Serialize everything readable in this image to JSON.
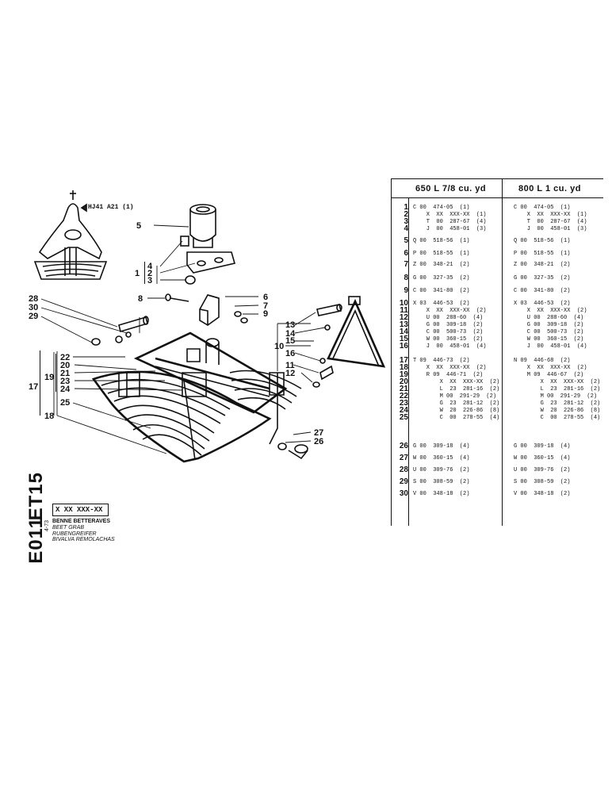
{
  "header": {
    "col1": "650 L    7/8  cu. yd",
    "col2": "800 L     1 cu. yd"
  },
  "ref_code": "X XX XXX-XX",
  "section": {
    "code1": "ET15",
    "code2": "E011"
  },
  "date": "4-73",
  "titles": [
    "BENNE BETTERAVES",
    "BEET GRAB",
    "RUBENGREIFER",
    "BIVALVA REMOLACHAS"
  ],
  "inset_ref": "HJ41  A21  (1)",
  "callouts": {
    "c1": "1",
    "c2": "2",
    "c3": "3",
    "c4": "4",
    "c5": "5",
    "c6": "6",
    "c7": "7",
    "c8": "8",
    "c9": "9",
    "c10": "10",
    "c11": "11",
    "c12": "12",
    "c13": "13",
    "c14": "14",
    "c15": "15",
    "c16": "16",
    "c17": "17",
    "c18": "18",
    "c19": "19",
    "c20": "20",
    "c21": "21",
    "c22": "22",
    "c23": "23",
    "c24": "24",
    "c25": "25",
    "c26": "26",
    "c27": "27",
    "c28": "28",
    "c29": "29",
    "c30": "30"
  },
  "parts": [
    {
      "n": "1",
      "a": "C 00  474-05  (1)",
      "b": "C 00  474-05  (1)"
    },
    {
      "n": "2",
      "a": "    X  XX  XXX-XX  (1)",
      "b": "    X  XX  XXX-XX  (1)"
    },
    {
      "n": "3",
      "a": "    T  00  287-67  (4)",
      "b": "    T  00  287-67  (4)"
    },
    {
      "n": "4",
      "a": "    J  00  458-01  (3)",
      "b": "    J  00  458-01  (3)"
    },
    {
      "n": "5",
      "a": "Q 00  518-56  (1)",
      "b": "Q 00  518-56  (1)"
    },
    {
      "n": "6",
      "a": "P 00  518-55  (1)",
      "b": "P 00  518-55  (1)"
    },
    {
      "n": "7",
      "a": "Z 00  348-21  (2)",
      "b": "Z 00  348-21  (2)"
    },
    {
      "n": "8",
      "a": "G 00  327-35  (2)",
      "b": "G 00  327-35  (2)"
    },
    {
      "n": "9",
      "a": "C 00  341-80  (2)",
      "b": "C 00  341-80  (2)"
    },
    {
      "n": "10",
      "a": "X 03  446-53  (2)",
      "b": "X 03  446-53  (2)"
    },
    {
      "n": "11",
      "a": "    X  XX  XXX-XX  (2)",
      "b": "    X  XX  XXX-XX  (2)"
    },
    {
      "n": "12",
      "a": "    U 00  288-60  (4)",
      "b": "    U 00  288-60  (4)"
    },
    {
      "n": "13",
      "a": "    G 00  309-18  (2)",
      "b": "    G 00  309-18  (2)"
    },
    {
      "n": "14",
      "a": "    C 00  500-73  (2)",
      "b": "    C 00  500-73  (2)"
    },
    {
      "n": "15",
      "a": "    W 00  360-15  (2)",
      "b": "    W 00  360-15  (2)"
    },
    {
      "n": "16",
      "a": "    J  00  458-01  (4)",
      "b": "    J  00  458-01  (4)"
    },
    {
      "n": "17",
      "a": "T 09  446-73  (2)",
      "b": "N 09  446-68  (2)"
    },
    {
      "n": "18",
      "a": "    X  XX  XXX-XX  (2)",
      "b": "    X  XX  XXX-XX  (2)"
    },
    {
      "n": "19",
      "a": "    R 09  446-71  (2)",
      "b": "    M 09  446-67  (2)"
    },
    {
      "n": "20",
      "a": "        X  XX  XXX-XX  (2)",
      "b": "        X  XX  XXX-XX  (2)"
    },
    {
      "n": "21",
      "a": "        L  23  281-16  (2)",
      "b": "        L  23  281-16  (2)"
    },
    {
      "n": "22",
      "a": "        M 00  291-29  (2)",
      "b": "        M 00  291-29  (2)"
    },
    {
      "n": "23",
      "a": "        G  23  281-12  (2)",
      "b": "        G  23  281-12  (2)"
    },
    {
      "n": "24",
      "a": "        W  20  226-86  (8)",
      "b": "        W  20  226-86  (8)"
    },
    {
      "n": "25",
      "a": "        C  00  278-55  (4)",
      "b": "        C  00  278-55  (4)"
    },
    {
      "n": "26",
      "a": "G 00  309-18  (4)",
      "b": "G 00  309-18  (4)"
    },
    {
      "n": "27",
      "a": "W 00  360-15  (4)",
      "b": "W 00  360-15  (4)"
    },
    {
      "n": "28",
      "a": "U 00  309-76  (2)",
      "b": "U 00  309-76  (2)"
    },
    {
      "n": "29",
      "a": "S 00  308-59  (2)",
      "b": "S 00  308-59  (2)"
    },
    {
      "n": "30",
      "a": "V 00  348-18  (2)",
      "b": "V 00  348-18  (2)"
    }
  ]
}
